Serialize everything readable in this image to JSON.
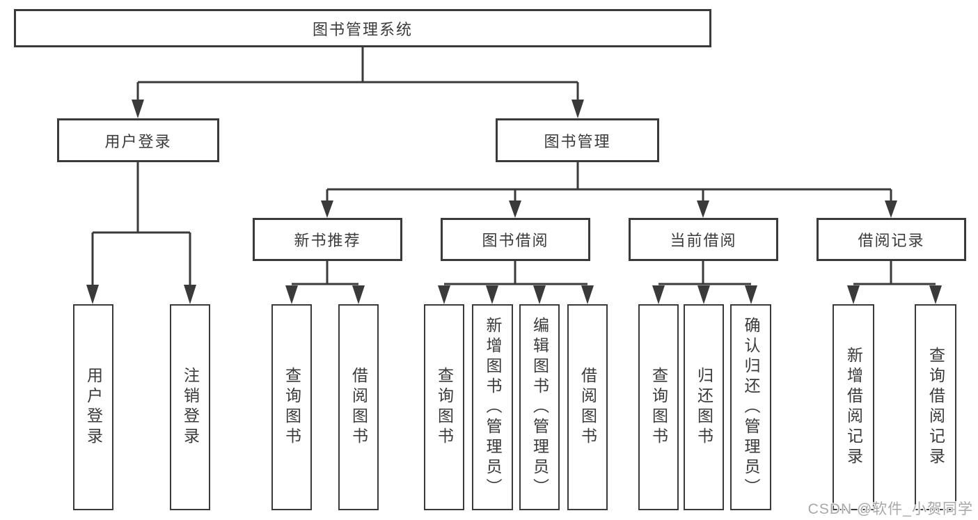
{
  "tree": {
    "root": "图书管理系统",
    "branches": [
      {
        "label": "用户登录",
        "leaves": [
          "用户登录",
          "注销登录"
        ]
      },
      {
        "label": "图书管理",
        "children": [
          {
            "label": "新书推荐",
            "leaves": [
              "查询图书",
              "借阅图书"
            ]
          },
          {
            "label": "图书借阅",
            "leaves": [
              "查询图书",
              "新增图书（管理员）",
              "编辑图书（管理员）",
              "借阅图书"
            ]
          },
          {
            "label": "当前借阅",
            "leaves": [
              "查询图书",
              "归还图书",
              "确认归还（管理员）"
            ]
          },
          {
            "label": "借阅记录",
            "leaves": [
              "新增借阅记录",
              "查询借阅记录"
            ]
          }
        ]
      }
    ]
  },
  "watermark": "CSDN @软件_小贺同学",
  "colors": {
    "line": "#3a3a3a",
    "text": "#3a3a3a",
    "box_background": "#ffffff",
    "page_background": "#ffffff",
    "watermark": "#a8a8a8"
  }
}
